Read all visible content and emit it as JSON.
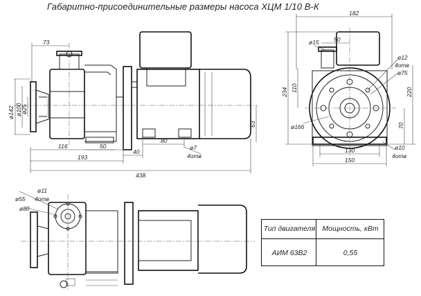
{
  "title": "Габаритно-присоединительные размеры насоса ХЦМ 1/10 В-К",
  "dims": {
    "d73": "73",
    "d182": "182",
    "d50_top": "50",
    "d15": "ø15",
    "d12": "ø12",
    "d12_sub": "4отв",
    "d75": "ø75",
    "d142": "ø142",
    "d100": "ø100",
    "d25": "ø25",
    "d63": "63",
    "d116": "116",
    "d50": "50",
    "d40": "40",
    "d80": "80",
    "d7": "ø7",
    "d7_sub": "4отв",
    "d193": "193",
    "d438": "438",
    "d234": "234",
    "d110": "110",
    "d220": "220",
    "d166": "ø166",
    "d70": "70",
    "d130": "130",
    "d150": "150",
    "d10": "ø10",
    "d10_sub": "4отв",
    "d11": "ø11",
    "d11_sub": "4отв",
    "d55": "ø55",
    "d80_bot": "ø80"
  },
  "motor_table": {
    "headers": [
      "Тип двигателя",
      "Мощность, кВт"
    ],
    "rows": [
      [
        "АИМ 63В2",
        "0,55"
      ]
    ]
  }
}
